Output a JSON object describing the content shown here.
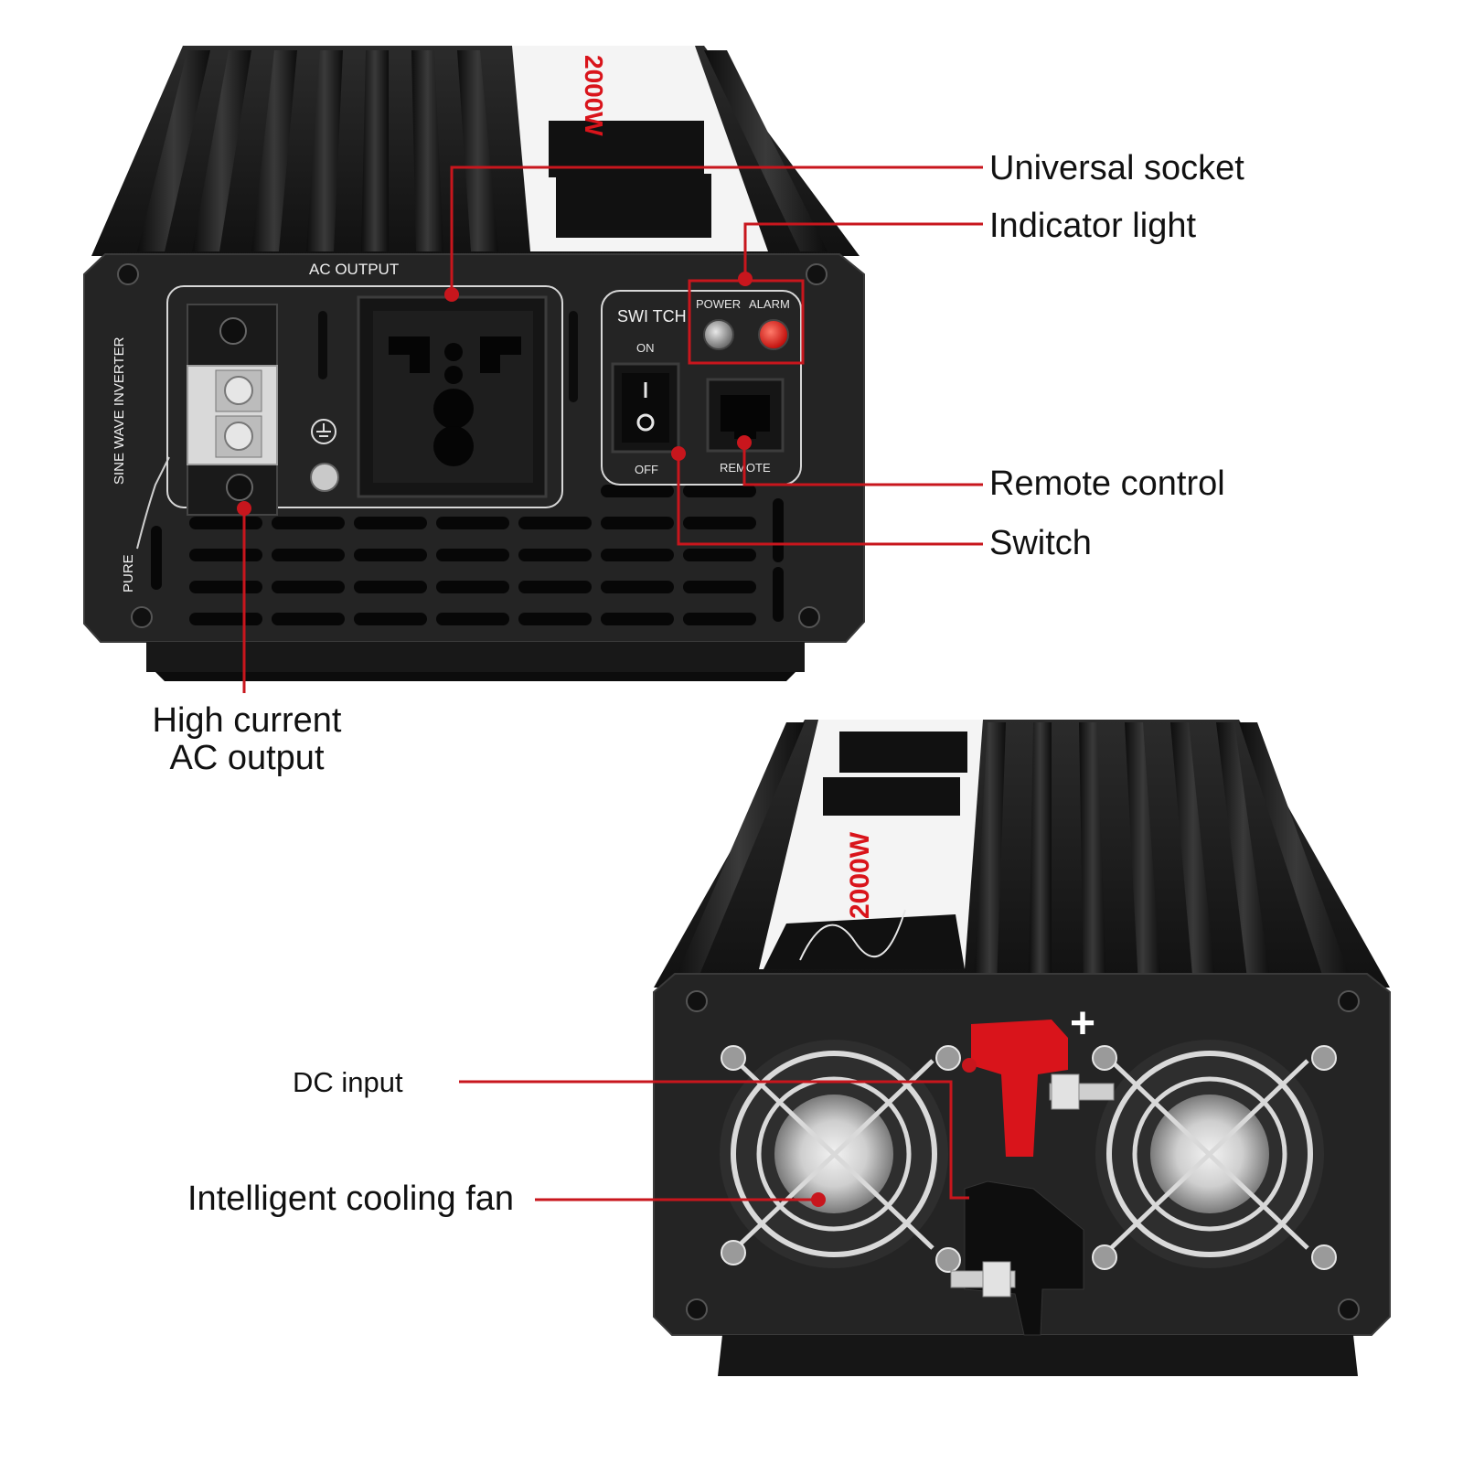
{
  "callouts": {
    "universal_socket": "Universal socket",
    "indicator_light": "Indicator light",
    "remote_control": "Remote control",
    "switch": "Switch",
    "high_current_line1": "High current",
    "high_current_line2": "AC output",
    "dc_input": "DC input",
    "cooling_fan": "Intelligent cooling fan"
  },
  "panel_labels": {
    "ac_output": "AC OUTPUT",
    "switch": "SWI TCH",
    "on": "ON",
    "off": "OFF",
    "power": "POWER",
    "alarm": "ALARM",
    "remote": "REMOTE",
    "side_text": "SINE WAVE INVERTER",
    "pure": "PURE",
    "plus": "+"
  },
  "colors": {
    "leader_line": "#c8161d",
    "housing": "#1b1b1b",
    "panel": "#232323",
    "alarm_led": "#e0130f",
    "terminal_red": "#d9141b"
  },
  "icons": [
    "ground-icon",
    "screw-icon",
    "fan-grille-icon",
    "sine-wave-icon"
  ]
}
